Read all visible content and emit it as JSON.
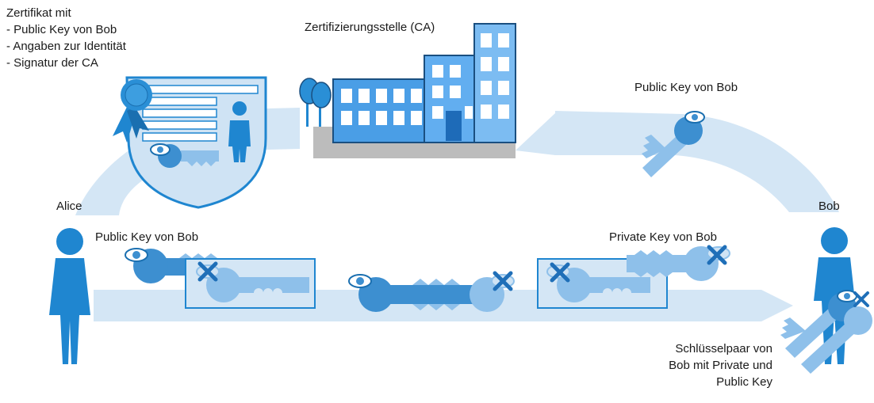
{
  "certificate": {
    "title": "Zertifikat mit",
    "items": [
      "- Public Key von Bob",
      "- Angaben zur Identität",
      "- Signatur der CA"
    ]
  },
  "ca": {
    "label": "Zertifizierungsstelle (CA)"
  },
  "top_right": {
    "label": "Public Key von Bob"
  },
  "alice": {
    "name": "Alice",
    "key_label": "Public Key von Bob"
  },
  "bob": {
    "name": "Bob",
    "key_label": "Private Key von Bob"
  },
  "keypair": {
    "lines": [
      "Schlüsselpaar von",
      "Bob mit Private und",
      "Public Key"
    ]
  },
  "colors": {
    "arrow": "#d4e6f5",
    "person": "#1f86d0",
    "key_dark": "#3d8fd0",
    "key_light": "#8ec0ea",
    "cross": "#1f6fb8"
  }
}
